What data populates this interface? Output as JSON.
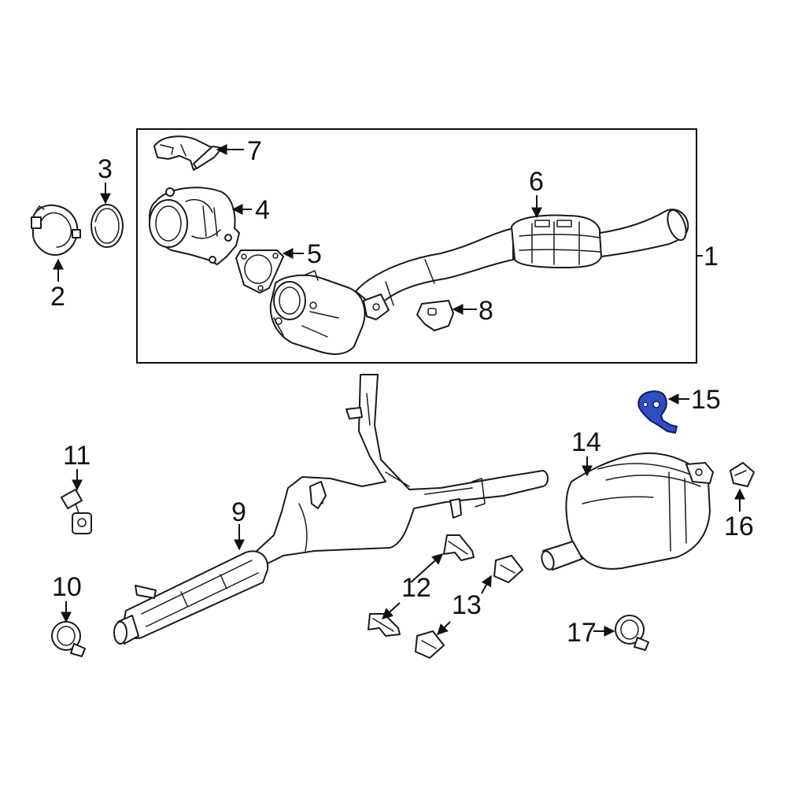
{
  "callouts": {
    "c1": "1",
    "c2": "2",
    "c3": "3",
    "c4": "4",
    "c5": "5",
    "c6": "6",
    "c7": "7",
    "c8": "8",
    "c9": "9",
    "c10": "10",
    "c11": "11",
    "c12": "12",
    "c13": "13",
    "c14": "14",
    "c15": "15",
    "c16": "16",
    "c17": "17"
  },
  "colors": {
    "line": "#1a1a1a",
    "highlight": "#2f4ec0",
    "background": "#ffffff"
  },
  "highlighted_part": "15"
}
